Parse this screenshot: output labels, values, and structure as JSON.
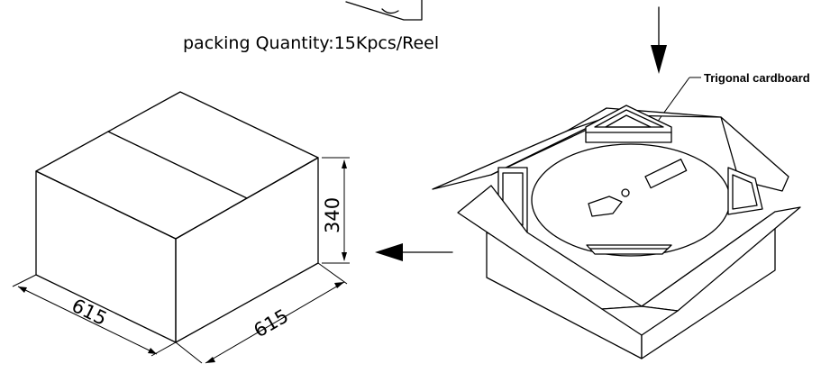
{
  "packing_quantity": "packing Quantity:15Kpcs/Reel",
  "callout": "Trigonal cardboard",
  "dimensions": {
    "height": "340",
    "depth": "615",
    "width": "615"
  },
  "colors": {
    "stroke": "#000000",
    "background": "#ffffff"
  }
}
